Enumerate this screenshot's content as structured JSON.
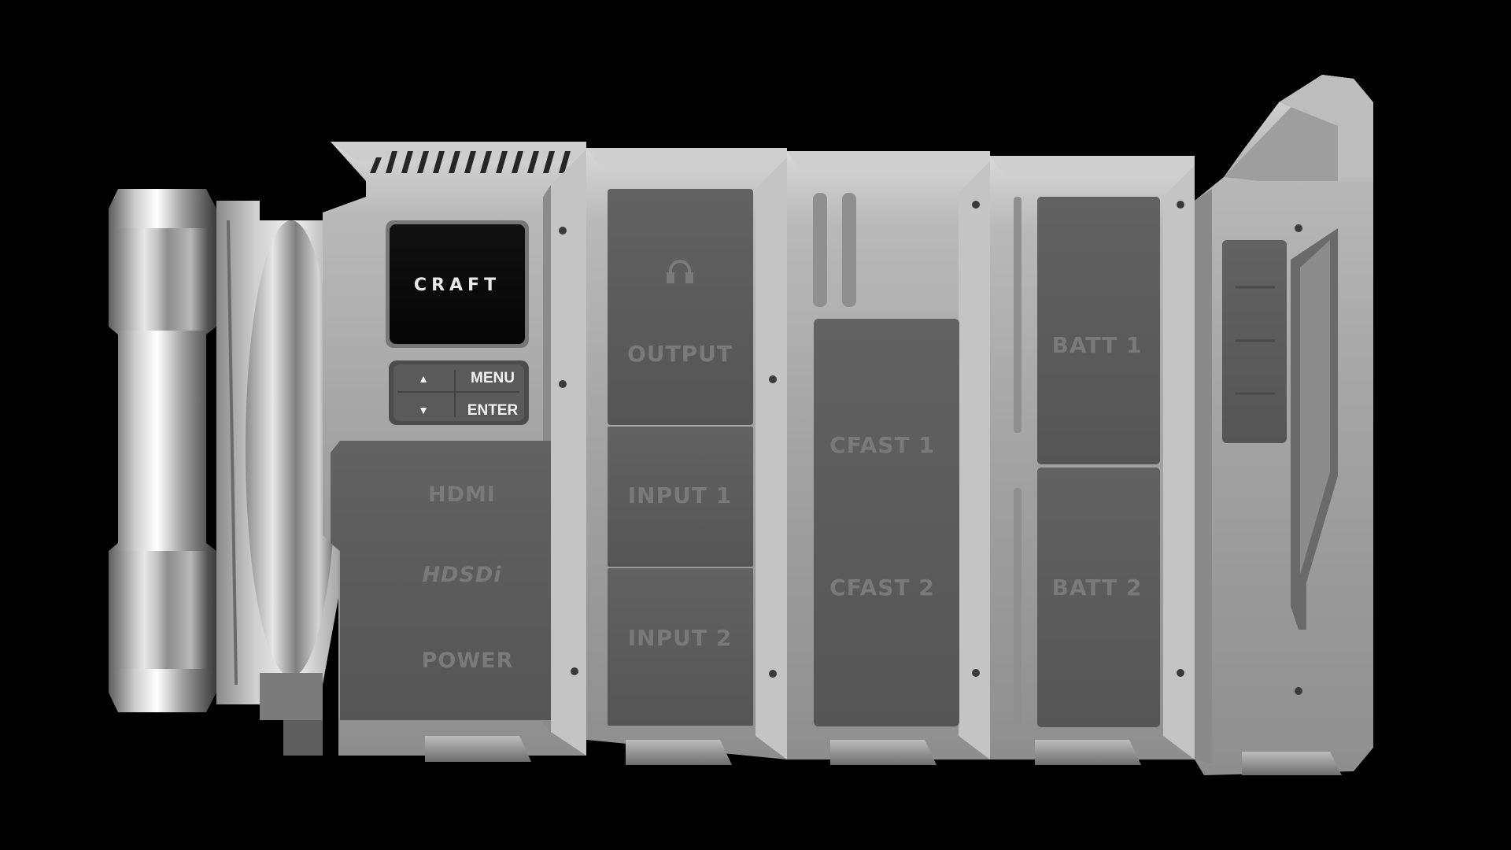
{
  "scene": {
    "background": "#000000",
    "body_color": "#a9a9a9",
    "panel_color": "#5b5b5b",
    "screen_color": "#0a0a0a"
  },
  "brand": {
    "logo_text": "CRAFT"
  },
  "control_panel": {
    "menu_label": "MENU",
    "enter_label": "ENTER",
    "up_arrow": "▲",
    "down_arrow": "▼"
  },
  "io_module": {
    "hdmi_label": "HDMI",
    "hdsdi_label": "HDSDi",
    "power_label": "POWER"
  },
  "audio_module": {
    "headphone_icon": "headphone-icon",
    "output_label": "OUTPUT",
    "input1_label": "INPUT 1",
    "input2_label": "INPUT 2"
  },
  "media_module": {
    "cfast1_label": "CFAST 1",
    "cfast2_label": "CFAST 2"
  },
  "battery_module": {
    "batt1_label": "BATT 1",
    "batt2_label": "BATT 2"
  }
}
